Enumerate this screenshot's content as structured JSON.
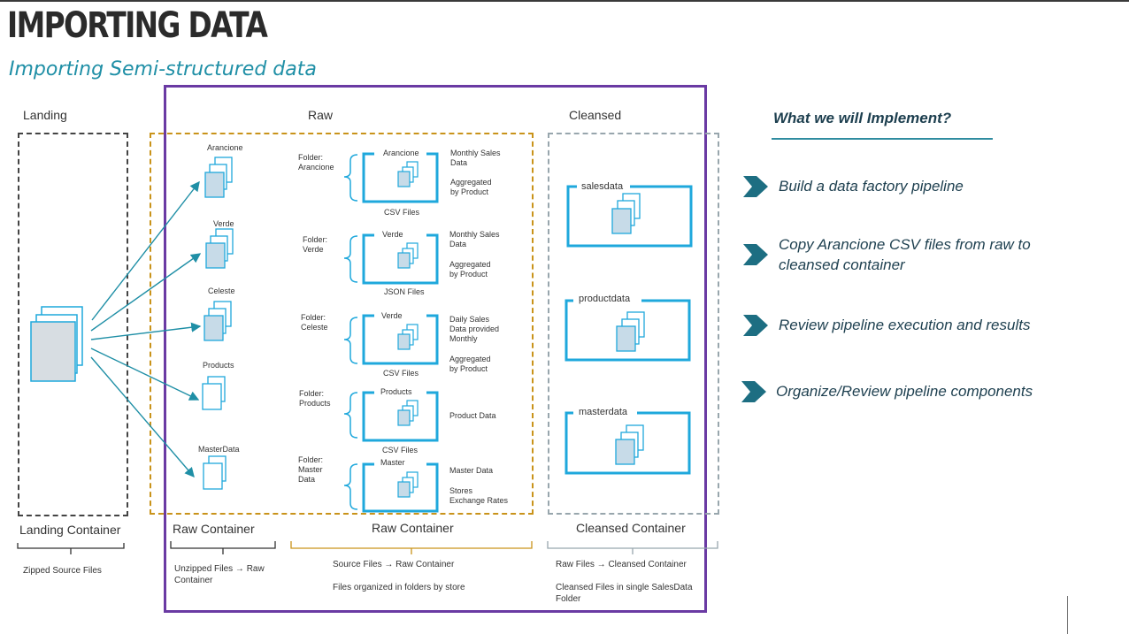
{
  "header": {
    "title": "IMPORTING DATA",
    "subtitle": "Importing Semi-structured data"
  },
  "zones": {
    "landing": "Landing",
    "raw": "Raw",
    "cleansed": "Cleansed"
  },
  "landing_files": [
    {
      "name": "Arancione"
    },
    {
      "name": "Verde"
    },
    {
      "name": "Celeste"
    },
    {
      "name": "Products"
    },
    {
      "name": "MasterData"
    }
  ],
  "raw_folders": [
    {
      "folder_line1": "Folder:",
      "folder_line2": "Arancione",
      "folder_line3": "",
      "box_label": "Arancione",
      "desc1": "Monthly Sales",
      "desc2": "Data",
      "desc3": "",
      "desc4": "Aggregated",
      "desc5": "by Product",
      "file_type": "CSV Files"
    },
    {
      "folder_line1": "Folder:",
      "folder_line2": "Verde",
      "folder_line3": "",
      "box_label": "Verde",
      "desc1": "Monthly Sales",
      "desc2": "Data",
      "desc3": "",
      "desc4": "Aggregated",
      "desc5": "by Product",
      "file_type": "JSON  Files"
    },
    {
      "folder_line1": "Folder:",
      "folder_line2": "Celeste",
      "folder_line3": "",
      "box_label": "Verde",
      "desc1": "Daily Sales",
      "desc2": "Data provided",
      "desc3": "Monthly",
      "desc4": "Aggregated",
      "desc5": "by Product",
      "file_type": "CSV  Files"
    },
    {
      "folder_line1": "Folder:",
      "folder_line2": "Products",
      "folder_line3": "",
      "box_label": "Products",
      "desc1": "Product Data",
      "desc2": "",
      "desc3": "",
      "desc4": "",
      "desc5": "",
      "file_type": "CSV  Files"
    },
    {
      "folder_line1": "Folder:",
      "folder_line2": "Master",
      "folder_line3": "Data",
      "box_label": "Master",
      "desc1": "Master Data",
      "desc2": "",
      "desc3": "",
      "desc4": "Stores",
      "desc5": "Exchange Rates",
      "file_type": ""
    }
  ],
  "cleansed_containers": [
    {
      "name": "salesdata"
    },
    {
      "name": "productdata"
    },
    {
      "name": "masterdata"
    }
  ],
  "footers": {
    "landing_container": "Landing Container",
    "landing_note": "Zipped Source Files",
    "raw_container_left": "Raw Container",
    "raw_left_note": "Unzipped Files → Raw Container",
    "raw_container_right": "Raw Container",
    "raw_right_note1": "Source Files → Raw Container",
    "raw_right_note2": "Files organized in folders by store",
    "cleansed_container": "Cleansed Container",
    "cleansed_note1": "Raw Files → Cleansed Container",
    "cleansed_note2": "Cleansed Files in single SalesData Folder"
  },
  "implement": {
    "title": "What we will Implement?",
    "items": [
      "Build a data factory pipeline",
      "Copy Arancione CSV files from raw to cleansed container",
      "Review pipeline execution and results",
      "Organize/Review pipeline components"
    ]
  },
  "colors": {
    "accent_blue": "#1fa8dc",
    "teal": "#1f8fa6",
    "purple": "#6a3aa3",
    "gold": "#c9931a",
    "navy_text": "#1d3f4f"
  }
}
